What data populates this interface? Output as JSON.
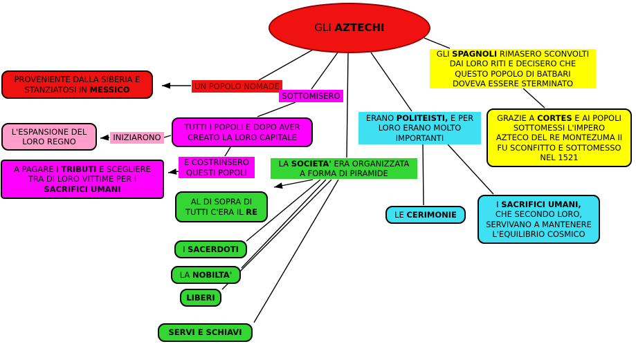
{
  "map_title": "GLI AZTECHI",
  "colors": {
    "node_red": "#f01111",
    "node_magenta": "#ff00ff",
    "node_pink": "#ff9ecb",
    "node_green": "#33d633",
    "node_cyan": "#3fe0f2",
    "node_yellow": "#ffff00",
    "line_black": "#000000",
    "nomade_text": "#5c0000"
  },
  "nodes": {
    "title": {
      "segments": [
        {
          "text": "GLI ",
          "bold": false
        },
        {
          "text": "AZTECHI",
          "bold": true
        }
      ]
    },
    "proveniente": {
      "segments": [
        {
          "text": "PROVENIENTE DALLA SIBERIA E\nSTANZIATOSI IN ",
          "bold": false
        },
        {
          "text": "MESSICO",
          "bold": true
        }
      ]
    },
    "nomade": {
      "segments": [
        {
          "text": "UN POPOLO NOMADE",
          "bold": false
        }
      ]
    },
    "sottomisero": {
      "segments": [
        {
          "text": "SOTTOMISERO",
          "bold": false
        }
      ]
    },
    "tutti_popoli": {
      "segments": [
        {
          "text": "TUTTI I POPOLI E DOPO AVER\nCREATO LA LORO CAPITALE",
          "bold": false
        }
      ]
    },
    "espansione": {
      "segments": [
        {
          "text": "L'ESPANSIONE DEL\nLORO REGNO",
          "bold": false
        }
      ]
    },
    "iniziarono": {
      "segments": [
        {
          "text": "INIZIARONO",
          "bold": false
        }
      ]
    },
    "a_pagare": {
      "segments": [
        {
          "text": "A PAGARE I ",
          "bold": false
        },
        {
          "text": "TRIBUTI",
          "bold": true
        },
        {
          "text": " E SCEGLIERE\nTRA DI LORO VITTIME PER I\n",
          "bold": false
        },
        {
          "text": "SACRIFICI UMANI",
          "bold": true
        }
      ]
    },
    "costrinsero": {
      "segments": [
        {
          "text": "E COSTRINSERO\nQUESTI POPOLI",
          "bold": false
        }
      ]
    },
    "societa": {
      "segments": [
        {
          "text": "LA ",
          "bold": false
        },
        {
          "text": "SOCIETA'",
          "bold": true
        },
        {
          "text": " ERA ORGANIZZATA\nA FORMA DI PIRAMIDE",
          "bold": false
        }
      ]
    },
    "re": {
      "segments": [
        {
          "text": "AL DI SOPRA DI\nTUTTI C'ERA IL ",
          "bold": false
        },
        {
          "text": "RE",
          "bold": true
        }
      ]
    },
    "sacerdoti": {
      "segments": [
        {
          "text": "I ",
          "bold": false
        },
        {
          "text": "SACERDOTI",
          "bold": true
        }
      ]
    },
    "nobilta": {
      "segments": [
        {
          "text": "LA ",
          "bold": false
        },
        {
          "text": "NOBILTA'",
          "bold": true
        }
      ]
    },
    "liberi": {
      "segments": [
        {
          "text": "LIBERI",
          "bold": true
        }
      ]
    },
    "servi": {
      "segments": [
        {
          "text": "SERVI E SCHIAVI",
          "bold": true
        }
      ]
    },
    "politeisti": {
      "segments": [
        {
          "text": "ERANO ",
          "bold": false
        },
        {
          "text": "POLITEISTI,",
          "bold": true
        },
        {
          "text": " E PER\nLORO ERANO MOLTO\nIMPORTANTI",
          "bold": false
        }
      ]
    },
    "cerimonie": {
      "segments": [
        {
          "text": "LE ",
          "bold": false
        },
        {
          "text": "CERIMONIE",
          "bold": true
        }
      ]
    },
    "sacrifici": {
      "segments": [
        {
          "text": "I ",
          "bold": false
        },
        {
          "text": "SACRIFICI UMANI,",
          "bold": true
        },
        {
          "text": "\nCHE SECONDO LORO,\nSERVIVANO A MANTENERE\nL'EQUILIBRIO COSMICO",
          "bold": false
        }
      ]
    },
    "spagnoli": {
      "segments": [
        {
          "text": "GLI ",
          "bold": false
        },
        {
          "text": "SPAGNOLI",
          "bold": true
        },
        {
          "text": " RIMASERO SCONVOLTI\nDAI LORO RITI E DECISERO CHE\nQUESTO POPOLO DI BATBARI\nDOVEVA ESSERE STERMINATO",
          "bold": false
        }
      ]
    },
    "cortes": {
      "segments": [
        {
          "text": "GRAZIE A ",
          "bold": false
        },
        {
          "text": "CORTES",
          "bold": true
        },
        {
          "text": " E AI POPOLI\nSOTTOMESSI L'IMPERO\nAZTECO DEL RE MONTEZUMA II\nFU SCONFITTO E SOTTOMESSO\nNEL 1521",
          "bold": false
        }
      ]
    }
  }
}
